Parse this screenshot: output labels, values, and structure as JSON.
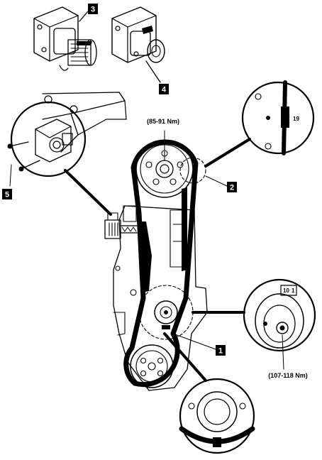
{
  "callouts": {
    "c1": "1",
    "c2": "2",
    "c3": "3",
    "c4": "4",
    "c5": "5"
  },
  "torque": {
    "camshaft": "(85-91 Nm)",
    "crankshaft": "(107-118 Nm)"
  },
  "detail_marks": {
    "cam_mark": "19",
    "pulley_mark_a": "10",
    "pulley_mark_b": "1"
  }
}
